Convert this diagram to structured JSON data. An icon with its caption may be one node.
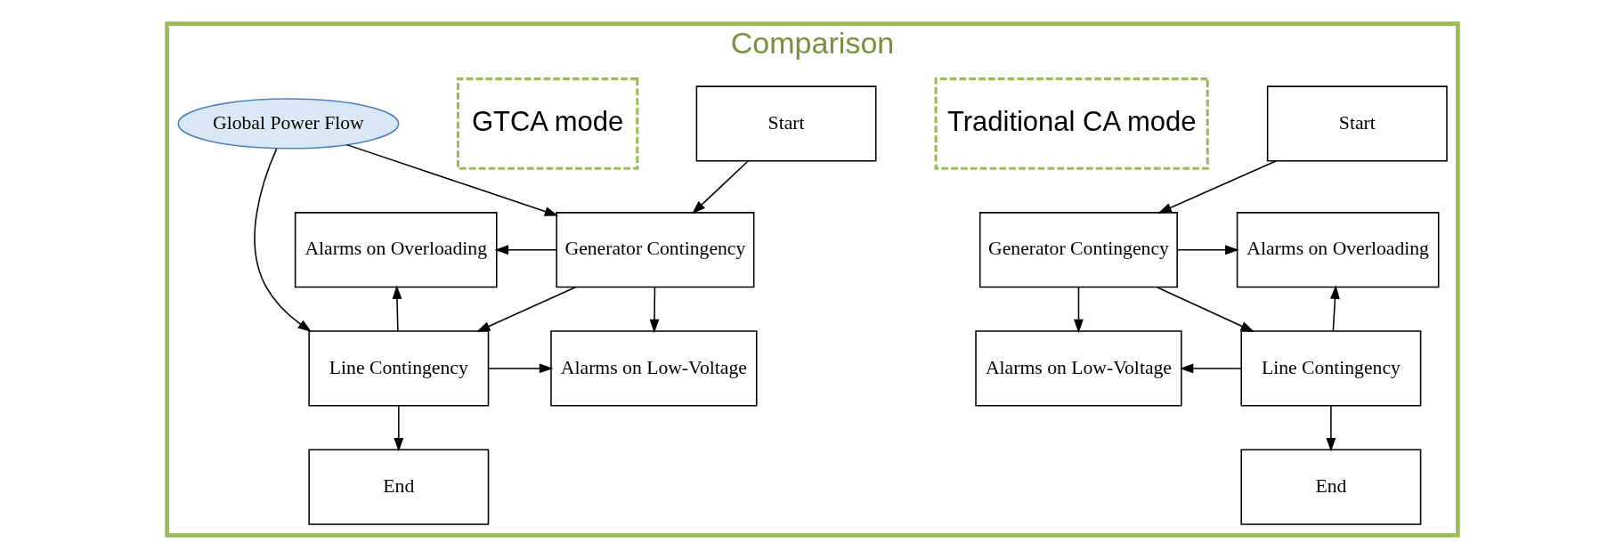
{
  "diagram": {
    "nodes": [
      {
        "text": [
          "Comparison"
        ]
      },
      {
        "text": [
          "Traditional CA mode"
        ],
        "in": 0
      },
      {
        "text": [
          "Start"
        ],
        "in": 0
      },
      {
        "text": [
          "Generator Contingency"
        ],
        "in": 0
      },
      {
        "text": [
          "Line Contingency"
        ],
        "in": 0
      },
      {
        "text": [
          "End"
        ],
        "in": 0
      },
      {
        "text": [
          "Alarms on Overloading"
        ],
        "in": 0
      },
      {
        "text": [
          "Alarms on Low-Voltage"
        ],
        "in": 0
      },
      {
        "text": [
          "GTCA mode"
        ],
        "in": 0
      },
      {
        "text": [
          "Start"
        ],
        "in": 0
      },
      {
        "text": [
          "Generator Contingency"
        ],
        "in": 0
      },
      {
        "text": [
          "Global Power Flow"
        ],
        "in": 0
      },
      {
        "text": [
          "Line Contingency"
        ],
        "in": 0
      },
      {
        "text": [
          "End"
        ],
        "in": 0
      },
      {
        "text": [
          "Alarms on Overloading"
        ],
        "in": 0
      },
      {
        "text": [
          "Alarms on Low-Voltage"
        ],
        "in": 0
      }
    ],
    "edges": [
      {
        "from": 2,
        "to": 3,
        "arrow": "to"
      },
      {
        "from": 3,
        "to": 4,
        "arrow": "to"
      },
      {
        "from": 4,
        "to": 5,
        "arrow": "to"
      },
      {
        "from": 3,
        "to": 6,
        "arrow": "to"
      },
      {
        "from": 3,
        "to": 7,
        "arrow": "to"
      },
      {
        "from": 4,
        "to": 6,
        "arrow": "to"
      },
      {
        "from": 4,
        "to": 7,
        "arrow": "to"
      },
      {
        "from": 9,
        "to": 10,
        "arrow": "to"
      },
      {
        "from": 10,
        "to": 12,
        "arrow": "to"
      },
      {
        "from": 12,
        "to": 13,
        "arrow": "to"
      },
      {
        "from": 10,
        "to": 14,
        "arrow": "to"
      },
      {
        "from": 10,
        "to": 15,
        "arrow": "to"
      },
      {
        "from": 12,
        "to": 14,
        "arrow": "to"
      },
      {
        "from": 12,
        "to": 15,
        "arrow": "to"
      },
      {
        "from": 11,
        "to": 10,
        "arrow": "to"
      },
      {
        "from": 11,
        "to": 12,
        "arrow": "to"
      }
    ]
  }
}
